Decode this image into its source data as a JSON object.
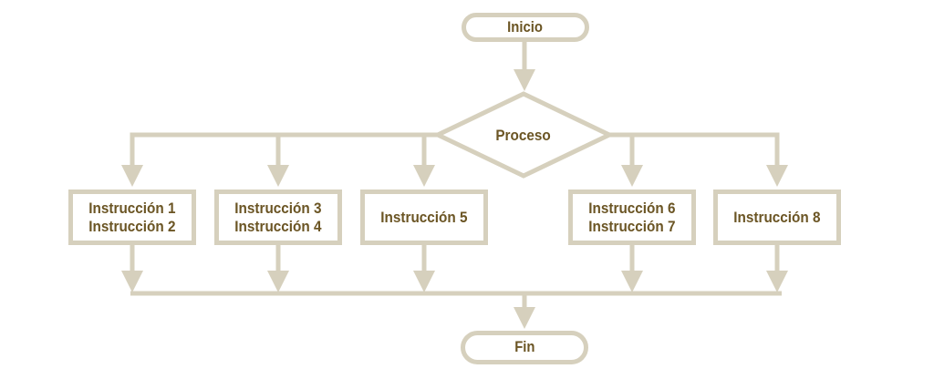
{
  "diagram": {
    "type": "flowchart",
    "language": "es"
  },
  "nodes": {
    "start": {
      "label": "Inicio",
      "shape": "terminator"
    },
    "decision": {
      "label": "Proceso",
      "shape": "diamond"
    },
    "boxes": [
      {
        "line1": "Instrucción 1",
        "line2": "Instrucción 2"
      },
      {
        "line1": "Instrucción 3",
        "line2": "Instrucción 4"
      },
      {
        "line1": "Instrucción 5"
      },
      {
        "line1": "Instrucción 6",
        "line2": "Instrucción 7"
      },
      {
        "line1": "Instrucción 8"
      }
    ],
    "end": {
      "label": "Fin",
      "shape": "terminator"
    }
  },
  "colors": {
    "connector": "#d6d0bd",
    "text": "#6b5524",
    "background": "#ffffff"
  }
}
